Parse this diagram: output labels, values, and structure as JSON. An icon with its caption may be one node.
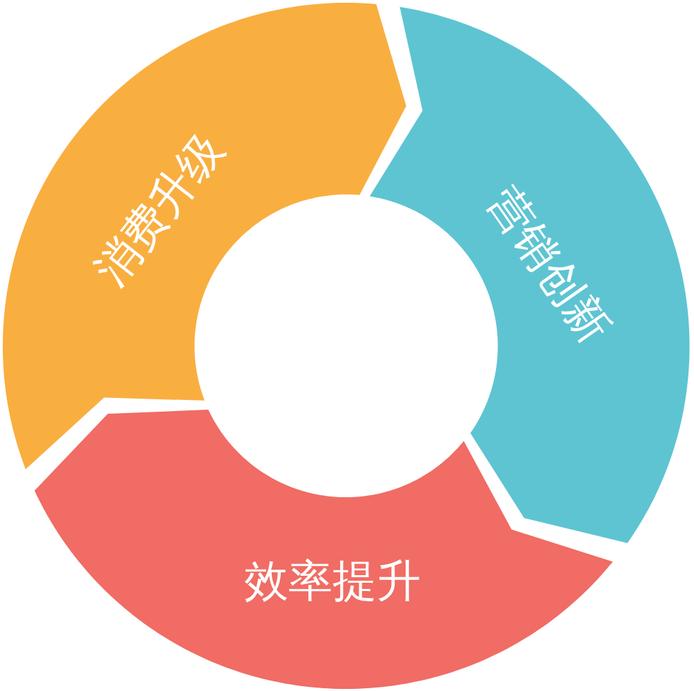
{
  "diagram": {
    "nodes": [
      {
        "text": [
          "消费升级"
        ]
      },
      {
        "text": [
          "营销创新"
        ]
      },
      {
        "text": [
          "效率提升"
        ]
      }
    ]
  }
}
